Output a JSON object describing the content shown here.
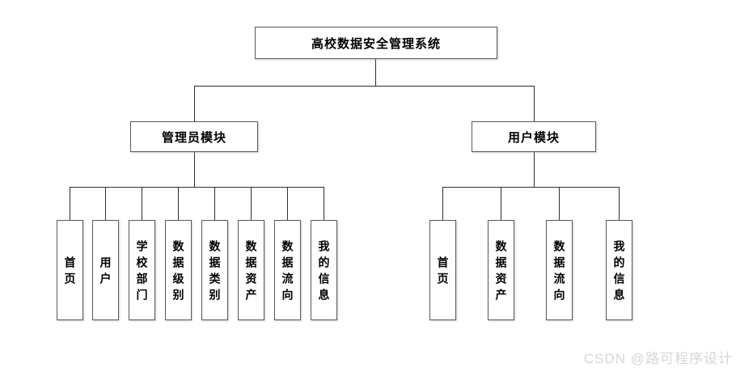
{
  "diagram": {
    "root": {
      "label": "高校数据安全管理系统"
    },
    "modules": [
      {
        "label": "管理员模块",
        "children": [
          "首页",
          "用户",
          "学校部门",
          "数据级别",
          "数据类别",
          "数据资产",
          "数据流向",
          "我的信息"
        ]
      },
      {
        "label": "用户模块",
        "children": [
          "首页",
          "数据资产",
          "数据流向",
          "我的信息"
        ]
      }
    ]
  },
  "watermark": {
    "text": "CSDN @路可程序设计"
  },
  "colors": {
    "background": "#ffffff",
    "line": "#2e2e2e",
    "box_border": "#5a5a5a",
    "box_fill": "#ffffff",
    "text": "#000000",
    "watermark": "#d6d6d6"
  }
}
